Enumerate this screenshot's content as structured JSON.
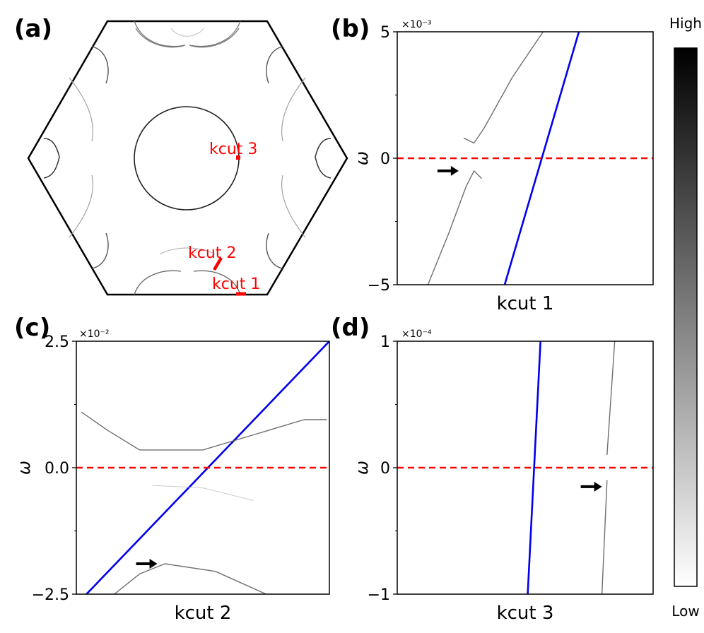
{
  "chart_data": [
    {
      "panel": "(a)",
      "type": "heatmap",
      "title": "",
      "annotations": [
        {
          "label": "kcut 3",
          "marker": "point"
        },
        {
          "label": "kcut 2",
          "marker": "segment"
        },
        {
          "label": "kcut 1",
          "marker": "segment"
        }
      ],
      "features": [
        "hexagonal Brillouin zone outline",
        "central circular Fermi surface",
        "crescent-shaped arcs near each hexagon corner"
      ]
    },
    {
      "panel": "(b)",
      "type": "line",
      "xlabel": "kcut 1",
      "ylabel": "ω",
      "yscale_label": "×10⁻³",
      "ylim": [
        -5,
        5
      ],
      "yticks": [
        -5,
        0,
        5
      ],
      "ytick_labels": [
        "−5",
        "0",
        "5"
      ],
      "series": [
        {
          "style": "blue-solid",
          "points": [
            [
              0.42,
              -5
            ],
            [
              0.71,
              5
            ]
          ]
        },
        {
          "style": "red-dashed",
          "points": [
            [
              0,
              0
            ],
            [
              1,
              0
            ]
          ]
        },
        {
          "style": "gray-upper-band",
          "points": [
            [
              0.26,
              0.8
            ],
            [
              0.3,
              0.6
            ],
            [
              0.34,
              1.2
            ],
            [
              0.45,
              3.2
            ],
            [
              0.57,
              5.0
            ]
          ]
        },
        {
          "style": "gray-lower-band",
          "points": [
            [
              0.12,
              -5.0
            ],
            [
              0.2,
              -3.0
            ],
            [
              0.27,
              -1.1
            ],
            [
              0.3,
              -0.5
            ],
            [
              0.33,
              -0.8
            ]
          ]
        }
      ],
      "arrow_at": [
        0.24,
        -0.5
      ]
    },
    {
      "panel": "(c)",
      "type": "line",
      "xlabel": "kcut 2",
      "ylabel": "ω",
      "yscale_label": "×10⁻²",
      "ylim": [
        -2.5,
        2.5
      ],
      "yticks": [
        -2.5,
        0.0,
        2.5
      ],
      "ytick_labels": [
        "−2.5",
        "0.0",
        "2.5"
      ],
      "series": [
        {
          "style": "blue-solid",
          "points": [
            [
              0.04,
              -2.5
            ],
            [
              1.0,
              2.5
            ]
          ]
        },
        {
          "style": "red-dashed",
          "points": [
            [
              0,
              0
            ],
            [
              1,
              0
            ]
          ]
        },
        {
          "style": "gray-upper-band",
          "points": [
            [
              0.02,
              1.1
            ],
            [
              0.12,
              0.75
            ],
            [
              0.25,
              0.35
            ],
            [
              0.5,
              0.35
            ],
            [
              0.7,
              0.65
            ],
            [
              0.9,
              0.95
            ],
            [
              0.99,
              0.95
            ]
          ]
        },
        {
          "style": "gray-lower-band",
          "points": [
            [
              0.15,
              -2.5
            ],
            [
              0.25,
              -2.1
            ],
            [
              0.35,
              -1.9
            ],
            [
              0.55,
              -2.05
            ],
            [
              0.75,
              -2.5
            ]
          ]
        },
        {
          "style": "faint-band",
          "points": [
            [
              0.3,
              -0.35
            ],
            [
              0.5,
              -0.4
            ],
            [
              0.7,
              -0.65
            ]
          ]
        }
      ],
      "arrow_at": [
        0.32,
        -1.9
      ]
    },
    {
      "panel": "(d)",
      "type": "line",
      "xlabel": "kcut 3",
      "ylabel": "ω",
      "yscale_label": "×10⁻⁴",
      "ylim": [
        -1,
        1
      ],
      "yticks": [
        -1,
        0,
        1
      ],
      "ytick_labels": [
        "−1",
        "0",
        "1"
      ],
      "series": [
        {
          "style": "blue-solid",
          "points": [
            [
              0.51,
              -1
            ],
            [
              0.56,
              1
            ]
          ]
        },
        {
          "style": "red-dashed",
          "points": [
            [
              0,
              0
            ],
            [
              1,
              0
            ]
          ]
        },
        {
          "style": "gray-upper-band",
          "points": [
            [
              0.85,
              1.0
            ],
            [
              0.82,
              0.1
            ]
          ]
        },
        {
          "style": "gray-lower-band",
          "points": [
            [
              0.82,
              -0.1
            ],
            [
              0.8,
              -1.0
            ]
          ]
        }
      ],
      "arrow_at": [
        0.8,
        -0.15
      ]
    }
  ],
  "panel_labels": [
    "(a)",
    "(b)",
    "(c)",
    "(d)"
  ],
  "colorbar": {
    "high_label": "High",
    "low_label": "Low"
  },
  "colors": {
    "fermi_level": "#ff0000",
    "bare_band": "#0000ee",
    "spectral": "#555555",
    "annotation": "#ff0000"
  }
}
